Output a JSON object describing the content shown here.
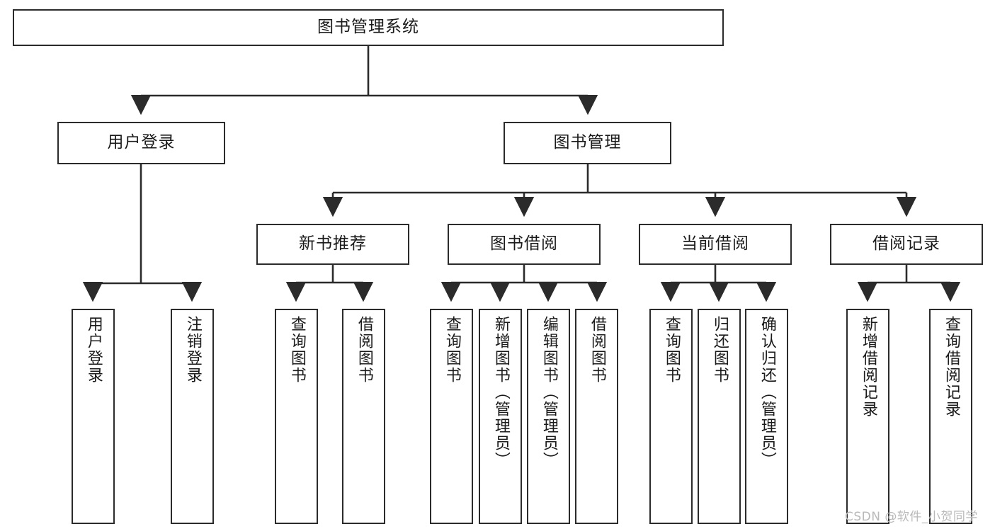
{
  "diagram": {
    "type": "tree",
    "title": "图书管理系统",
    "orientation": "top-down",
    "colors": {
      "box_border": "#2b2b2b",
      "box_fill": "#ffffff",
      "connector": "#2b2b2b",
      "text": "#1a1a1a",
      "watermark": "#b9b9b9",
      "background": "#ffffff"
    },
    "nodes": {
      "root": {
        "label": "图书管理系统"
      },
      "level2": [
        {
          "label": "用户登录"
        },
        {
          "label": "图书管理"
        }
      ],
      "level3": [
        {
          "label": "新书推荐"
        },
        {
          "label": "图书借阅"
        },
        {
          "label": "当前借阅"
        },
        {
          "label": "借阅记录"
        }
      ],
      "leaves": {
        "user_login": [
          {
            "label": "用户登录"
          },
          {
            "label": "注销登录"
          }
        ],
        "new_book_recommend": [
          {
            "label": "查询图书"
          },
          {
            "label": "借阅图书"
          }
        ],
        "book_borrow": [
          {
            "label": "查询图书"
          },
          {
            "label": "新增图书（管理员）"
          },
          {
            "label": "编辑图书（管理员）"
          },
          {
            "label": "借阅图书"
          }
        ],
        "current_borrow": [
          {
            "label": "查询图书"
          },
          {
            "label": "归还图书"
          },
          {
            "label": "确认归还（管理员）"
          }
        ],
        "borrow_record": [
          {
            "label": "新增借阅记录"
          },
          {
            "label": "查询借阅记录"
          }
        ]
      }
    }
  },
  "watermark": {
    "text": "CSDN @软件_小贺同学"
  }
}
